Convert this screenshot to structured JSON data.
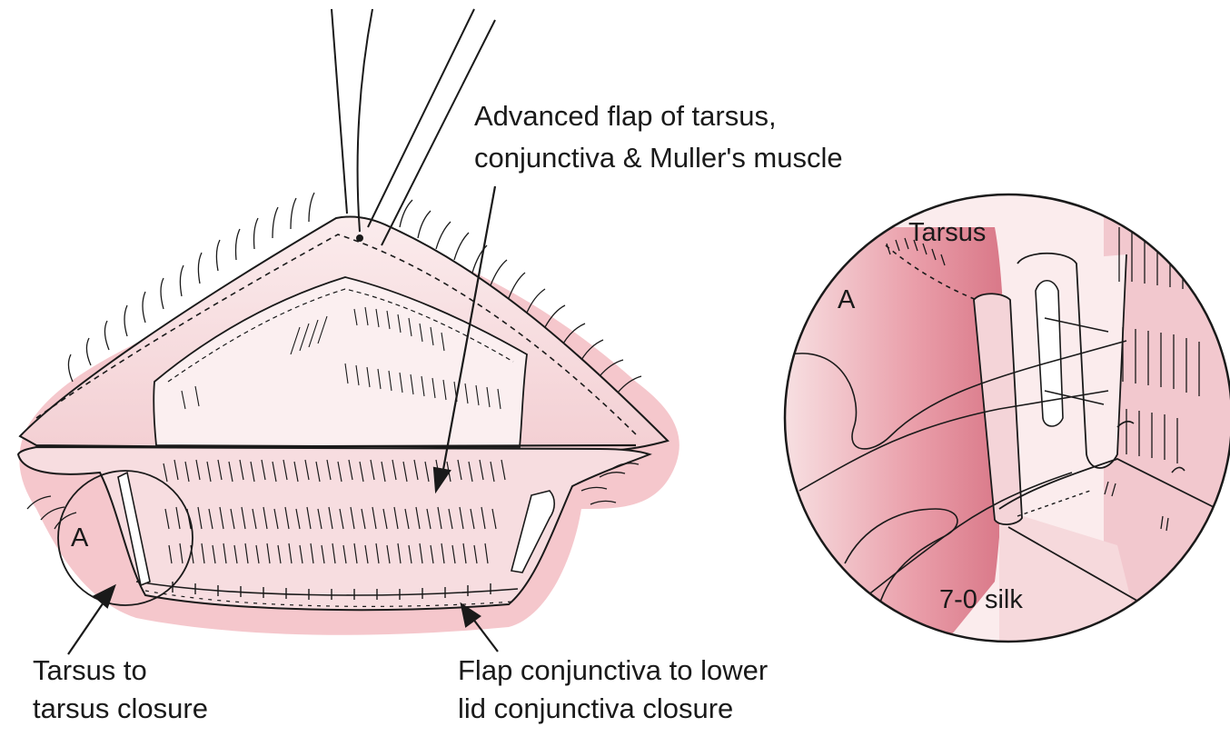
{
  "labels": {
    "advanced_flap_line1": "Advanced flap of tarsus,",
    "advanced_flap_line2": "conjunctiva & Muller's muscle",
    "tarsus_closure_line1": "Tarsus to",
    "tarsus_closure_line2": "tarsus closure",
    "conjunctiva_closure_line1": "Flap conjunctiva to lower",
    "conjunctiva_closure_line2": "lid conjunctiva closure",
    "detail_marker": "A",
    "inset_marker": "A",
    "inset_tarsus": "Tarsus",
    "inset_suture": "7-0 silk"
  },
  "colors": {
    "tissue_pink": "#f6d9db",
    "tissue_pale": "#fbeced",
    "blood_red": "#c9364a",
    "ink": "#1a1a1a"
  }
}
